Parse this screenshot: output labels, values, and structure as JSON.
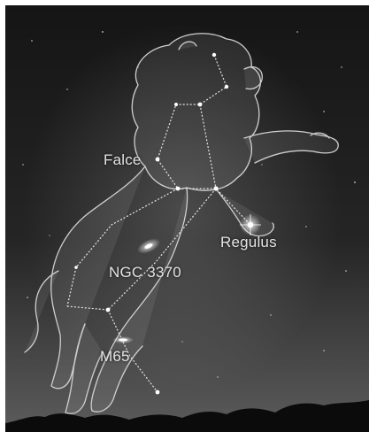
{
  "labels": {
    "falce": "Falce",
    "regulus": "Regulus",
    "ngc": "NGC 3370",
    "m65": "M65"
  },
  "colors": {
    "sky_top": "#141414",
    "sky_bottom": "#5a5a5a",
    "lion_outline": "#cfcfcf",
    "constellation_line": "#e0e0e0",
    "mountains": "#0b0b0b",
    "border": "#ffffff"
  }
}
